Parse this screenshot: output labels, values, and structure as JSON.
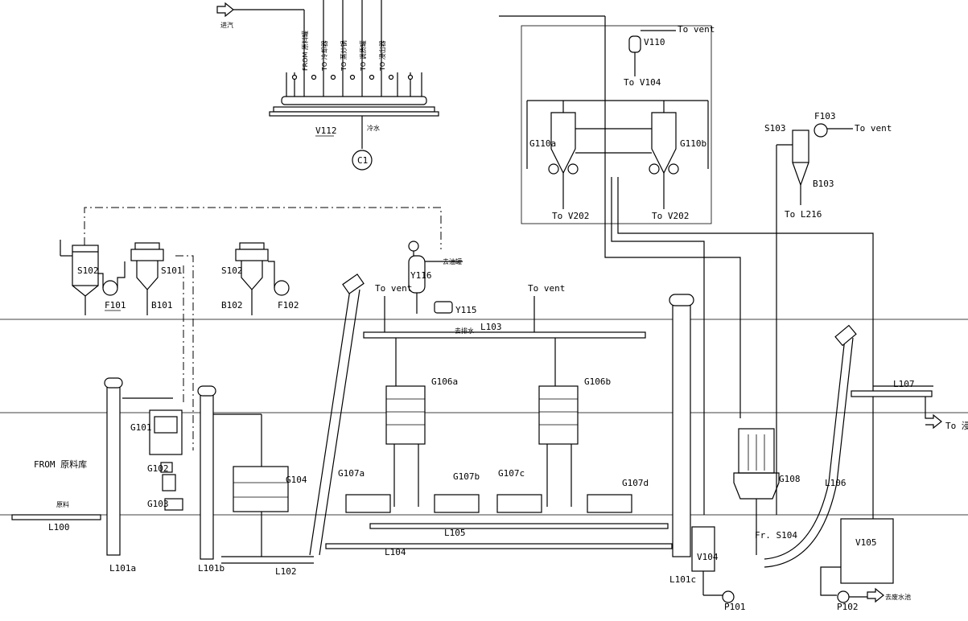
{
  "title": "",
  "labels": {
    "water_in": "进汽",
    "water_out": "冷水",
    "from_raw_top": "FROM 原料罐",
    "to_cool1": "TO 冷却器",
    "to_cool2": "TO 蒸炒锅",
    "to_cool3": "TO 调质罐",
    "to_cool4": "TO 浸出器",
    "v112": "V112",
    "c1": "C1",
    "from_raw_left": "FROM 原料库",
    "raw_material": "原料",
    "l100": "L100",
    "l101a": "L101a",
    "l101b": "L101b",
    "l101c": "L101c",
    "l102": "L102",
    "l103": "L103",
    "l104": "L104",
    "l105": "L105",
    "l106": "L106",
    "l107": "L107",
    "s102a": "S102",
    "s101": "S101",
    "s102b": "S102",
    "f101": "F101",
    "b101": "B101",
    "b102": "B102",
    "f102": "F102",
    "y116": "Y116",
    "y115": "Y115",
    "to_vent_1": "To vent",
    "to_vent_2": "To vent",
    "to_vent_v110": "To vent",
    "to_vent_f103": "To vent",
    "g101": "G101",
    "g102": "G102",
    "g103": "G103",
    "g104": "G104",
    "g106a": "G106a",
    "g106b": "G106b",
    "g107a": "G107a",
    "g107b": "G107b",
    "g107c": "G107c",
    "g107d": "G107d",
    "g108": "G108",
    "g110a": "G110a",
    "g110b": "G110b",
    "v110": "V110",
    "to_v104": "To V104",
    "to_v202_a": "To V202",
    "to_v202_b": "To V202",
    "s103": "S103",
    "f103": "F103",
    "b103": "B103",
    "to_l216": "To L216",
    "v104": "V104",
    "v105": "V105",
    "p101": "P101",
    "p102": "P102",
    "fr_s104": "Fr. S104",
    "to_extractor": "To 浸出",
    "to_vent_water": "去排水",
    "to_waste": "去废水池",
    "steam_supply": "去油罐"
  }
}
